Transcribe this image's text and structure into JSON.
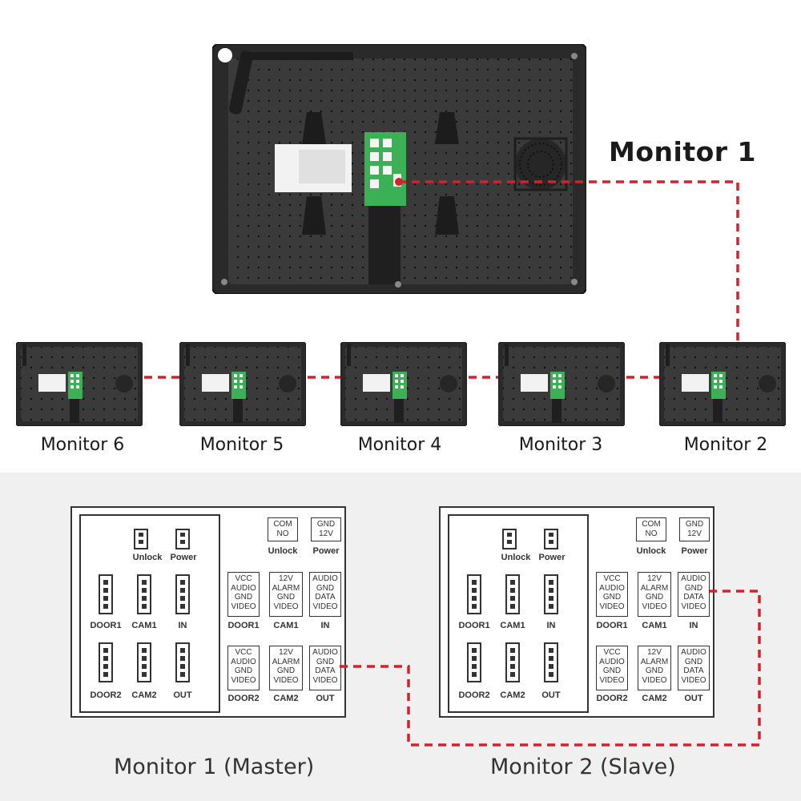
{
  "top": {
    "monitor1_label": "Monitor 1",
    "small_monitors": [
      {
        "label": "Monitor 6"
      },
      {
        "label": "Monitor 5"
      },
      {
        "label": "Monitor 4"
      },
      {
        "label": "Monitor 3"
      },
      {
        "label": "Monitor 2"
      }
    ]
  },
  "panels": [
    {
      "title": "Monitor 1 (Master)",
      "unlock": "Unlock",
      "power": "Power",
      "door1": "DOOR1",
      "cam1": "CAM1",
      "in": "IN",
      "door2": "DOOR2",
      "cam2": "CAM2",
      "out": "OUT",
      "com_box": [
        "COM",
        "NO"
      ],
      "gnd_box": [
        "GND",
        "12V"
      ],
      "unlock_t": "Unlock",
      "power_t": "Power",
      "door1_box": [
        "VCC",
        "AUDIO",
        "GND",
        "VIDEO"
      ],
      "cam1_box": [
        "12V",
        "ALARM",
        "GND",
        "VIDEO"
      ],
      "in_box": [
        "AUDIO",
        "GND",
        "DATA",
        "VIDEO"
      ],
      "door1_t": "DOOR1",
      "cam1_t": "CAM1",
      "in_t": "IN",
      "door2_box": [
        "VCC",
        "AUDIO",
        "GND",
        "VIDEO"
      ],
      "cam2_box": [
        "12V",
        "ALARM",
        "GND",
        "VIDEO"
      ],
      "out_box": [
        "AUDIO",
        "GND",
        "DATA",
        "VIDEO"
      ],
      "door2_t": "DOOR2",
      "cam2_t": "CAM2",
      "out_t": "OUT"
    },
    {
      "title": "Monitor 2 (Slave)",
      "unlock": "Unlock",
      "power": "Power",
      "door1": "DOOR1",
      "cam1": "CAM1",
      "in": "IN",
      "door2": "DOOR2",
      "cam2": "CAM2",
      "out": "OUT",
      "com_box": [
        "COM",
        "NO"
      ],
      "gnd_box": [
        "GND",
        "12V"
      ],
      "unlock_t": "Unlock",
      "power_t": "Power",
      "door1_box": [
        "VCC",
        "AUDIO",
        "GND",
        "VIDEO"
      ],
      "cam1_box": [
        "12V",
        "ALARM",
        "GND",
        "VIDEO"
      ],
      "in_box": [
        "AUDIO",
        "GND",
        "DATA",
        "VIDEO"
      ],
      "door1_t": "DOOR1",
      "cam1_t": "CAM1",
      "in_t": "IN",
      "door2_box": [
        "VCC",
        "AUDIO",
        "GND",
        "VIDEO"
      ],
      "cam2_box": [
        "12V",
        "ALARM",
        "GND",
        "VIDEO"
      ],
      "out_box": [
        "AUDIO",
        "GND",
        "DATA",
        "VIDEO"
      ],
      "door2_t": "DOOR2",
      "cam2_t": "CAM2",
      "out_t": "OUT"
    }
  ],
  "colors": {
    "wire": "#d6202a",
    "monitor_body": "#2b2b2b",
    "pcb": "#3bb054",
    "lines": "#333333"
  }
}
